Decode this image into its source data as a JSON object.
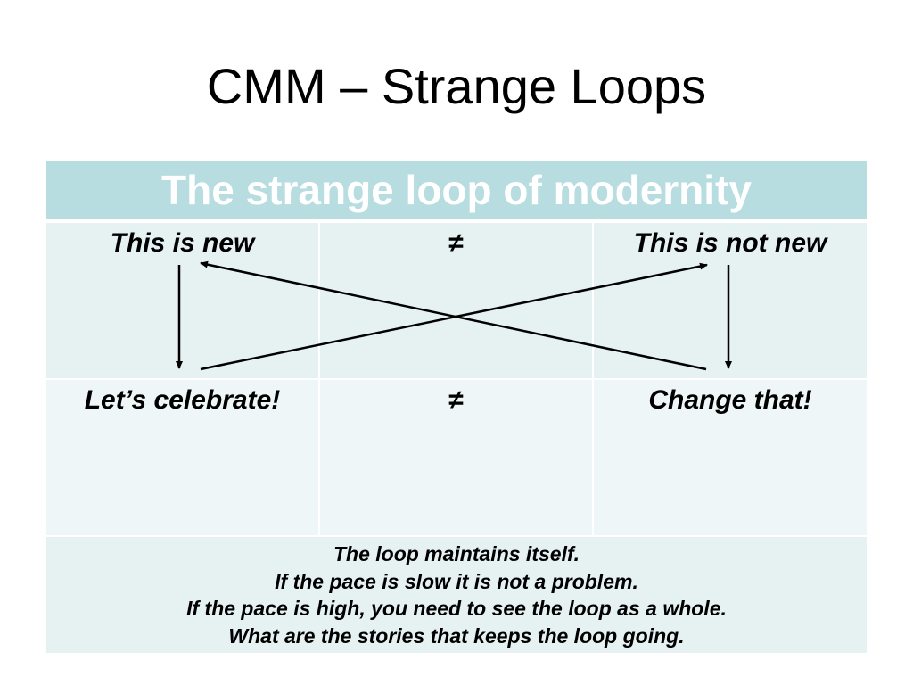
{
  "slide": {
    "title": "CMM – Strange Loops"
  },
  "table": {
    "header": "The strange loop of modernity",
    "row1": {
      "left": "This is new",
      "middle": "≠",
      "right": "This is not new"
    },
    "row2": {
      "left": "Let’s celebrate!",
      "middle": "≠",
      "right": "Change that!"
    },
    "notes": [
      "The loop maintains itself.",
      "If the pace is slow it is not a problem.",
      "If the pace is high, you need to see the loop as a whole.",
      "What are the stories that keeps the loop going."
    ]
  },
  "colors": {
    "header_bg": "#b7dde0",
    "row_bg": "#e6f1f2",
    "row_alt_bg": "#eff6f7",
    "text": "#000000"
  },
  "icons": [
    "down-arrow-icon",
    "crossing-arrow-icon"
  ]
}
